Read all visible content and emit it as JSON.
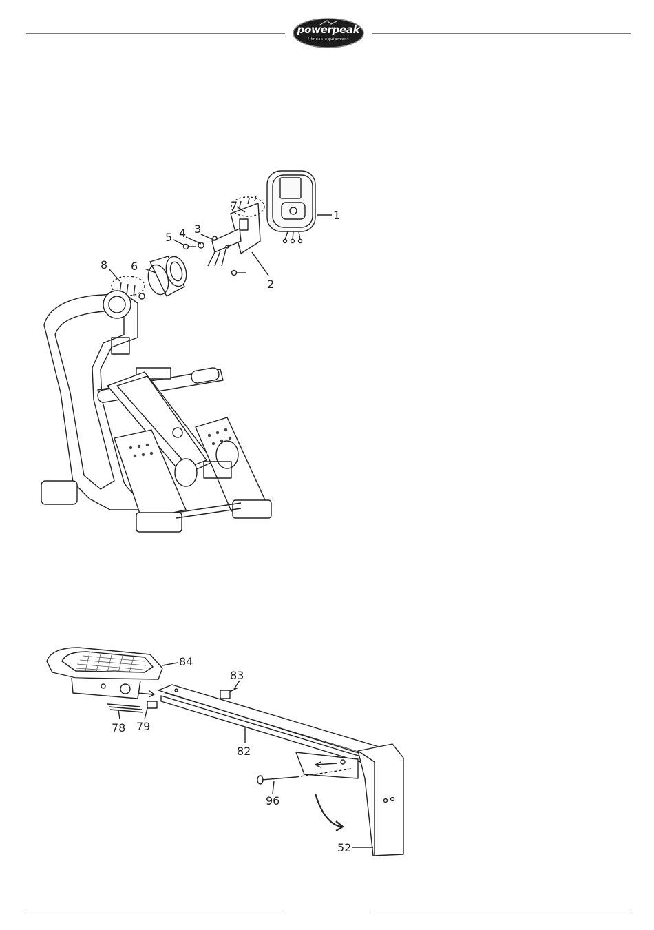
{
  "header": {
    "brand_name": "powerpeak",
    "brand_tagline": "fitness equipment"
  },
  "figure_console": {
    "callouts": [
      "1",
      "2",
      "3",
      "4",
      "5",
      "6",
      "7",
      "8"
    ]
  },
  "figure_rail": {
    "callouts": [
      "84",
      "83",
      "78",
      "79",
      "82",
      "96",
      "52"
    ]
  }
}
